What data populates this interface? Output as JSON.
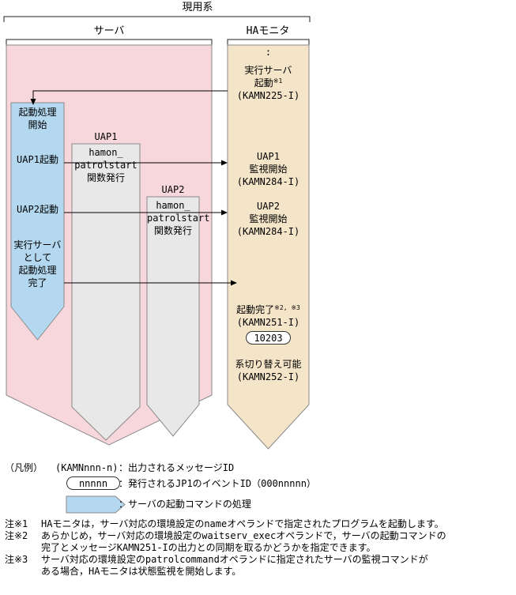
{
  "headers": {
    "active_system": "現用系",
    "server": "サーバ",
    "ha_monitor": "HAモニタ"
  },
  "server_flow": {
    "start": "起動処理\n開始",
    "uap1_start": "UAP1起動",
    "uap2_start": "UAP2起動",
    "complete": "実行サーバ\nとして\n起動処理\n完了"
  },
  "uap1": {
    "label": "UAP1",
    "body": "hamon_\npatrolstart\n関数発行"
  },
  "uap2": {
    "label": "UAP2",
    "body": "hamon_\npatrolstart\n関数発行"
  },
  "ha_monitor": {
    "continuation": ":",
    "exec_start": {
      "line1": "実行サーバ",
      "line2": "起動",
      "sup": "※1",
      "msg": "(KAMN225-I)"
    },
    "uap1_watch": {
      "line1": "UAP1",
      "line2": "監視開始",
      "msg": "(KAMN284-I)"
    },
    "uap2_watch": {
      "line1": "UAP2",
      "line2": "監視開始",
      "msg": "(KAMN284-I)"
    },
    "complete": {
      "text": "起動完了",
      "sup": "※2, ※3",
      "msg": "(KAMN251-I)",
      "event_id": "10203"
    },
    "switch_ready": {
      "text": "系切り替え可能",
      "msg": "(KAMN252-I)"
    }
  },
  "legend": {
    "title": "（凡例）",
    "message_sample": "(KAMNnnn-n)",
    "message_desc": "：出力されるメッセージID",
    "event_sample": "nnnnn",
    "event_desc": "：発行されるJP1のイベントID（000nnnnn）",
    "arrow_desc": "：サーバの起動コマンドの処理"
  },
  "notes": [
    {
      "label": "注※1",
      "text": "HAモニタは，サーバ対応の環境設定のnameオペランドで指定されたプログラムを起動します。"
    },
    {
      "label": "注※2",
      "text": "あらかじめ，サーバ対応の環境設定のwaitserv_execオペランドで，サーバの起動コマンドの\n完了とメッセージKAMN251-Iの出力との同期を取るかどうかを指定できます。"
    },
    {
      "label": "注※3",
      "text": "サーバ対応の環境設定のpatrolcommandオペランドに指定されたサーバの監視コマンドが\nある場合，HAモニタは状態監視を開始します。"
    }
  ],
  "colors": {
    "server_area": "#f8d7dc",
    "ha_monitor_area": "#f4e4c8",
    "startup_command": "#b3d8f0",
    "uap_shape": "#e8e8e8",
    "outline": "#8a8a8a"
  }
}
